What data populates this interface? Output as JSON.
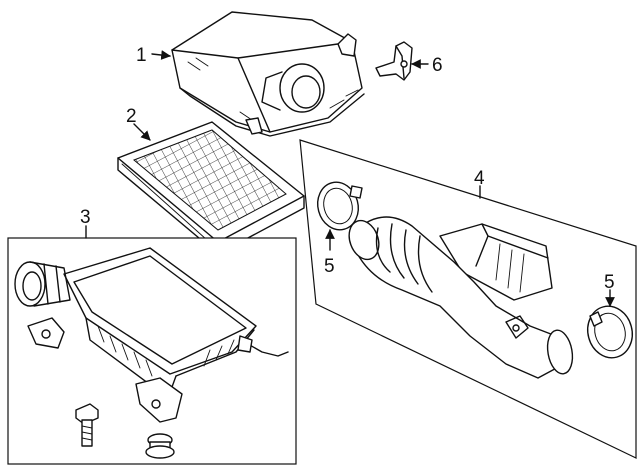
{
  "callouts": [
    {
      "id": "c1",
      "text": "1"
    },
    {
      "id": "c2",
      "text": "2"
    },
    {
      "id": "c3",
      "text": "3"
    },
    {
      "id": "c4",
      "text": "4"
    },
    {
      "id": "c5a",
      "text": "5"
    },
    {
      "id": "c5b",
      "text": "5"
    },
    {
      "id": "c6",
      "text": "6"
    }
  ]
}
